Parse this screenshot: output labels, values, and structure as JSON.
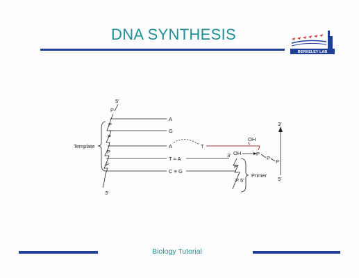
{
  "slide": {
    "title": "DNA SYNTHESIS",
    "footer": "Biology Tutorial",
    "logo_text": "BERKELEY LAB"
  },
  "diagram": {
    "template_label": "Template",
    "primer_label": "Primer",
    "strand_end_top": "5′",
    "strand_end_bottom": "3′",
    "phosphate": "P",
    "template_bases": [
      "A",
      "G",
      "A",
      "T = A",
      "C ≡ G"
    ],
    "incoming_base": "T",
    "hydroxyl": "OH",
    "primer_three_prime": "3′",
    "primer_five_prime": "P 5′",
    "arrow_top_label": "3′",
    "arrow_bottom_label": "5′"
  },
  "colors": {
    "title": "#1f8f95",
    "rule": "#1f3f97",
    "new_bond": "#b03030"
  }
}
